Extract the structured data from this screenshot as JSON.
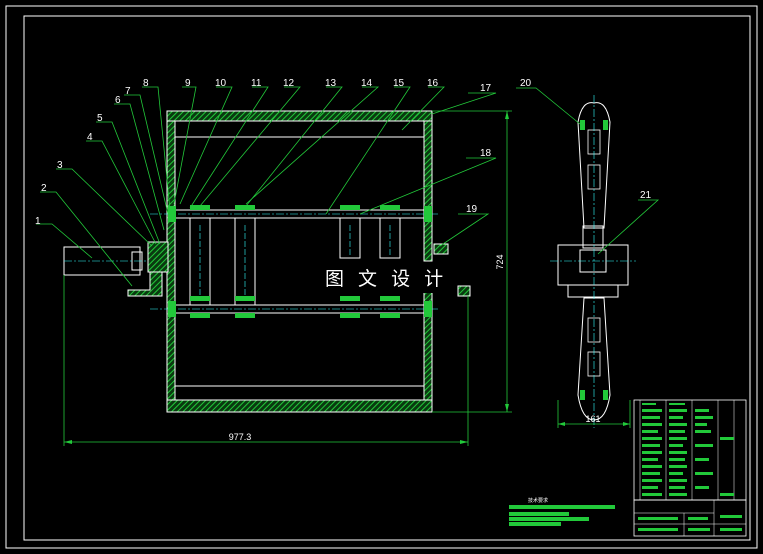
{
  "colors": {
    "background": "#000000",
    "frame": "#ffffff",
    "part": "#ffffff",
    "hatch": "#22c93a",
    "leader": "#22c93a",
    "dimension": "#22c93a",
    "center": "#33ffff"
  },
  "drawing": {
    "part_numbers": [
      "1",
      "2",
      "3",
      "4",
      "5",
      "6",
      "7",
      "8",
      "9",
      "10",
      "11",
      "12",
      "13",
      "14",
      "15",
      "16",
      "17",
      "18",
      "19",
      "20",
      "21"
    ],
    "dimensions": {
      "width_main": "977.3",
      "height_main": "724",
      "width_side": "161"
    },
    "watermark": "图 文 设 计",
    "notes_title": "技术要求"
  }
}
